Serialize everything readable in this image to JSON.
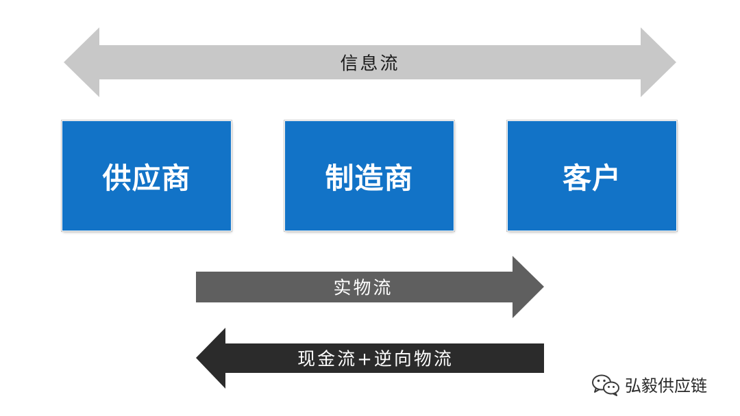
{
  "flows": {
    "information": {
      "label": "信息流",
      "color": "#c8c8c8",
      "direction": "both"
    },
    "material": {
      "label": "实物流",
      "color": "#5f5f5f",
      "direction": "right"
    },
    "cash_reverse": {
      "label": "现金流+逆向物流",
      "color": "#2b2b2b",
      "direction": "left"
    }
  },
  "entities": [
    {
      "label": "供应商"
    },
    {
      "label": "制造商"
    },
    {
      "label": "客户"
    }
  ],
  "colors": {
    "entity_fill": "#1273c7",
    "entity_text": "#ffffff"
  },
  "watermark": {
    "label": "弘毅供应链",
    "icon": "wechat-icon"
  }
}
